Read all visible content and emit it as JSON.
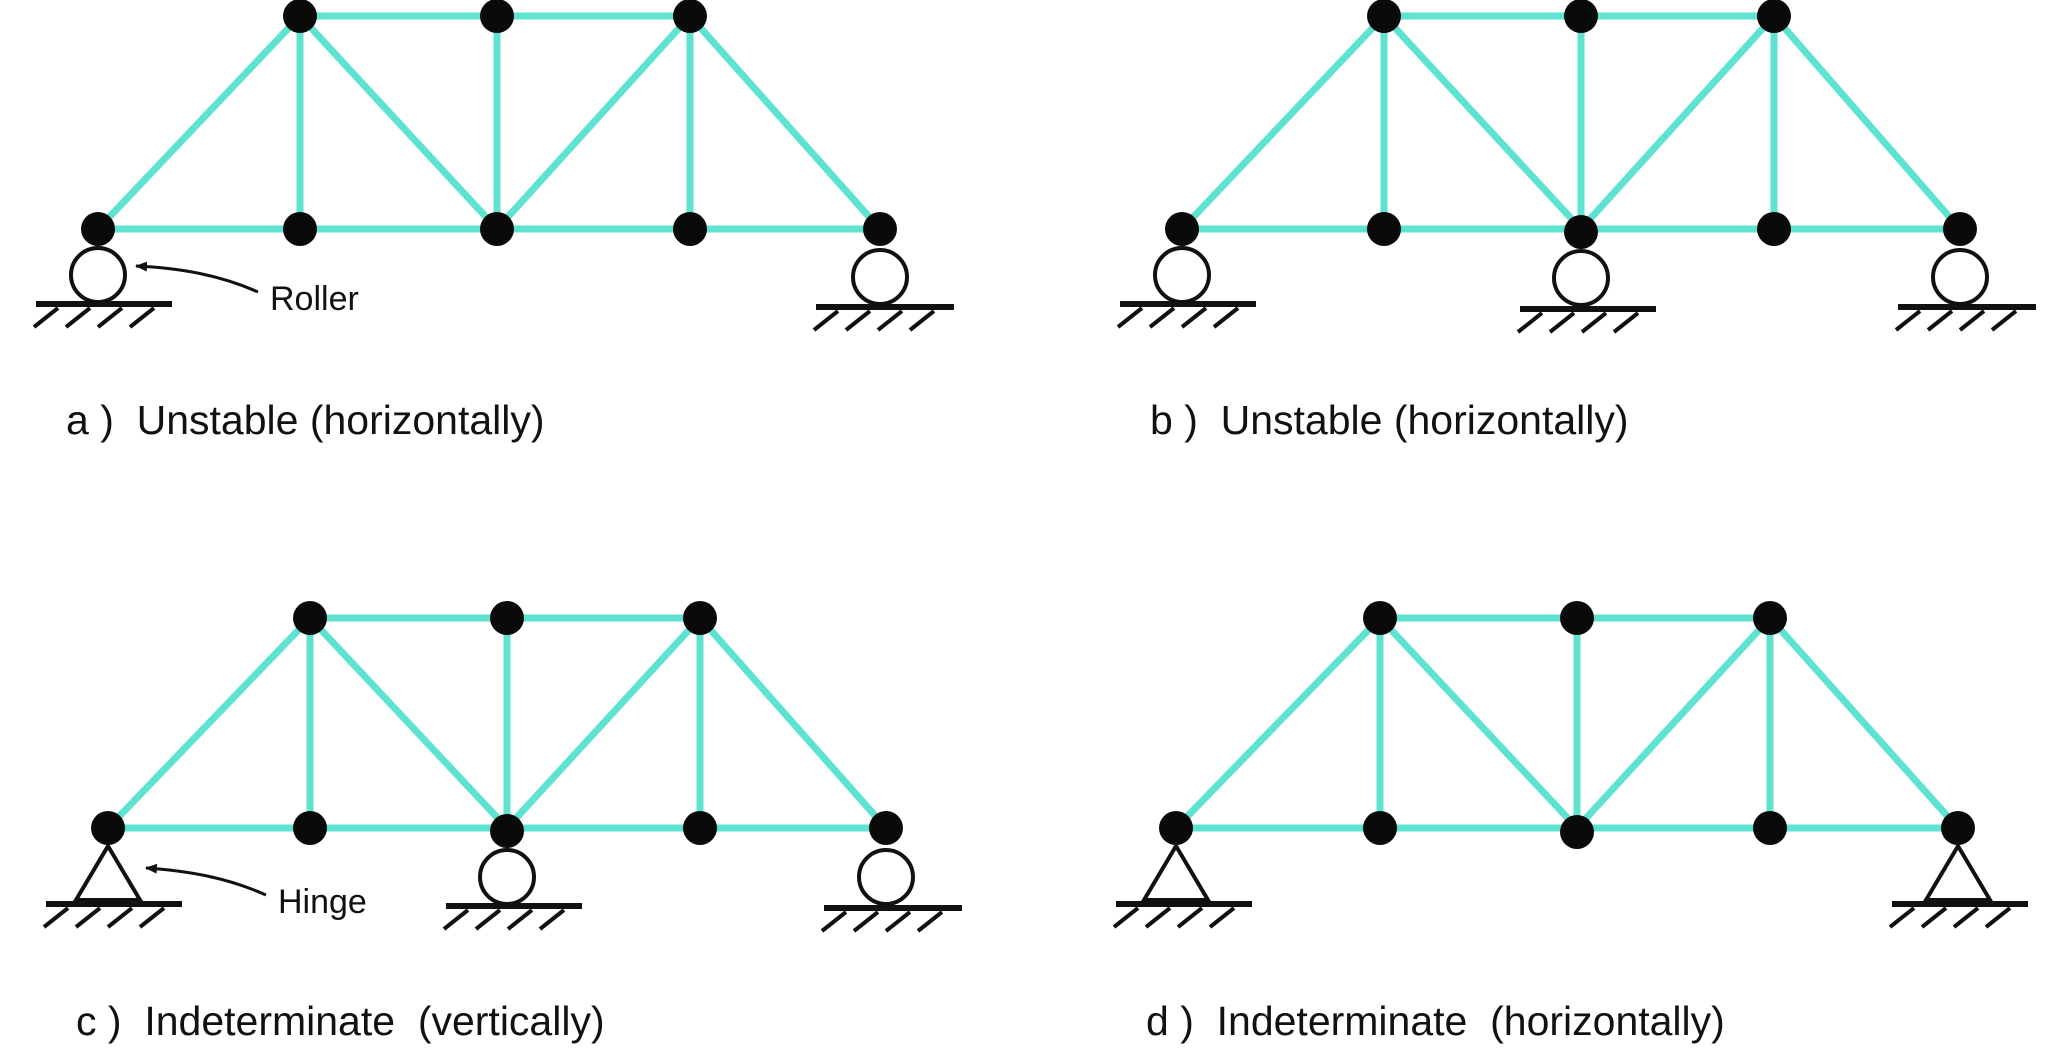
{
  "colors": {
    "member": "#5ee3d0",
    "joint": "#0a0a0a",
    "support": "#111111",
    "background": "#ffffff"
  },
  "panels": [
    {
      "letter": "a",
      "caption": "a )  Unstable (horizontally)"
    },
    {
      "letter": "b",
      "caption": "b )  Unstable (horizontally)"
    },
    {
      "letter": "c",
      "caption": "c )  Indeterminate  (vertically)"
    },
    {
      "letter": "d",
      "caption": "d )  Indeterminate  (horizontally)"
    }
  ],
  "pointer_labels": {
    "roller": "Roller",
    "hinge": "Hinge"
  }
}
